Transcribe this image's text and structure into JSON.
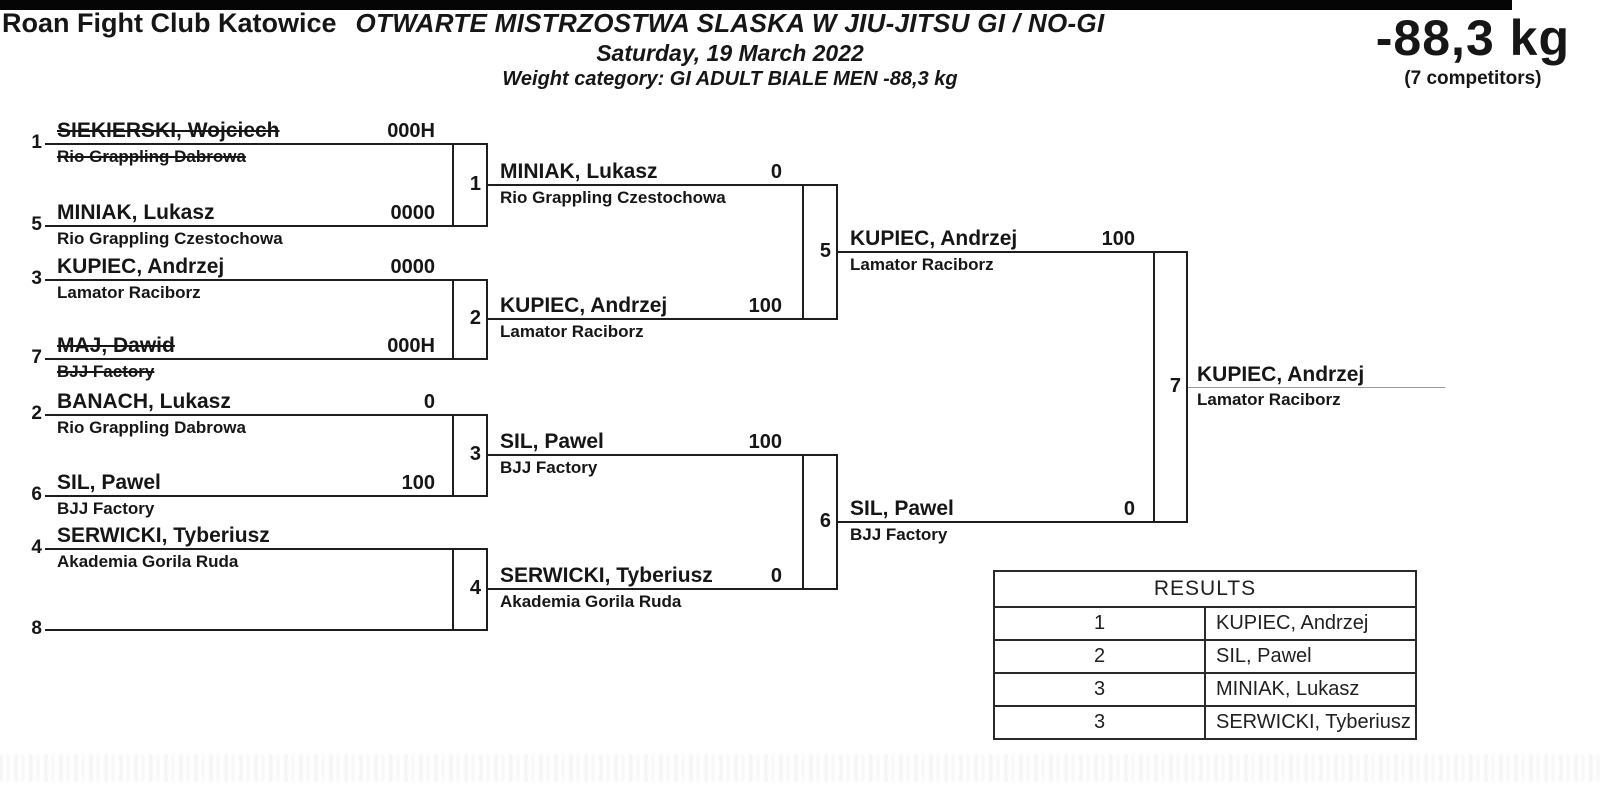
{
  "header": {
    "club": "Roan Fight Club Katowice",
    "title": "OTWARTE MISTRZOSTWA SLASKA W JIU-JITSU GI / NO-GI",
    "date": "Saturday, 19 March 2022",
    "weight_category": "Weight category: GI ADULT BIALE MEN -88,3 kg",
    "weight": "-88,3 kg",
    "competitors": "(7 competitors)"
  },
  "bracket": {
    "round1": [
      {
        "seed": "1",
        "name": "SIEKIERSKI, Wojciech",
        "club": "Rio Grappling Dabrowa",
        "score": "000H",
        "eliminated": true
      },
      {
        "seed": "5",
        "name": "MINIAK, Lukasz",
        "club": "Rio Grappling Czestochowa",
        "score": "0000",
        "eliminated": false
      },
      {
        "seed": "3",
        "name": "KUPIEC, Andrzej",
        "club": "Lamator Raciborz",
        "score": "0000",
        "eliminated": false
      },
      {
        "seed": "7",
        "name": "MAJ, Dawid",
        "club": "BJJ Factory",
        "score": "000H",
        "eliminated": true
      },
      {
        "seed": "2",
        "name": "BANACH, Lukasz",
        "club": "Rio Grappling Dabrowa",
        "score": "0",
        "eliminated": false
      },
      {
        "seed": "6",
        "name": "SIL, Pawel",
        "club": "BJJ Factory",
        "score": "100",
        "eliminated": false
      },
      {
        "seed": "4",
        "name": "SERWICKI, Tyberiusz",
        "club": "Akademia Gorila Ruda",
        "score": "",
        "eliminated": false
      },
      {
        "seed": "8",
        "name": "",
        "club": "",
        "score": "",
        "eliminated": false
      }
    ],
    "round2": [
      {
        "match": "1",
        "name": "MINIAK, Lukasz",
        "club": "Rio Grappling Czestochowa",
        "score": "0"
      },
      {
        "match": "2",
        "name": "KUPIEC, Andrzej",
        "club": "Lamator Raciborz",
        "score": "100"
      },
      {
        "match": "3",
        "name": "SIL, Pawel",
        "club": "BJJ Factory",
        "score": "100"
      },
      {
        "match": "4",
        "name": "SERWICKI, Tyberiusz",
        "club": "Akademia Gorila Ruda",
        "score": "0"
      }
    ],
    "round3": [
      {
        "match": "5",
        "name": "KUPIEC, Andrzej",
        "club": "Lamator Raciborz",
        "score": "100"
      },
      {
        "match": "6",
        "name": "SIL, Pawel",
        "club": "BJJ Factory",
        "score": "0"
      }
    ],
    "final_match": "7",
    "champion": {
      "name": "KUPIEC, Andrzej",
      "club": "Lamator Raciborz"
    }
  },
  "results": {
    "title": "RESULTS",
    "rows": [
      {
        "rank": "1",
        "name": "KUPIEC, Andrzej"
      },
      {
        "rank": "2",
        "name": "SIL, Pawel"
      },
      {
        "rank": "3",
        "name": "MINIAK, Lukasz"
      },
      {
        "rank": "3",
        "name": "SERWICKI, Tyberiusz"
      }
    ]
  },
  "colors": {
    "ink": "#161616",
    "line": "#1e1e1e",
    "champion_line": "#999999",
    "scan_bar": "#050505"
  }
}
